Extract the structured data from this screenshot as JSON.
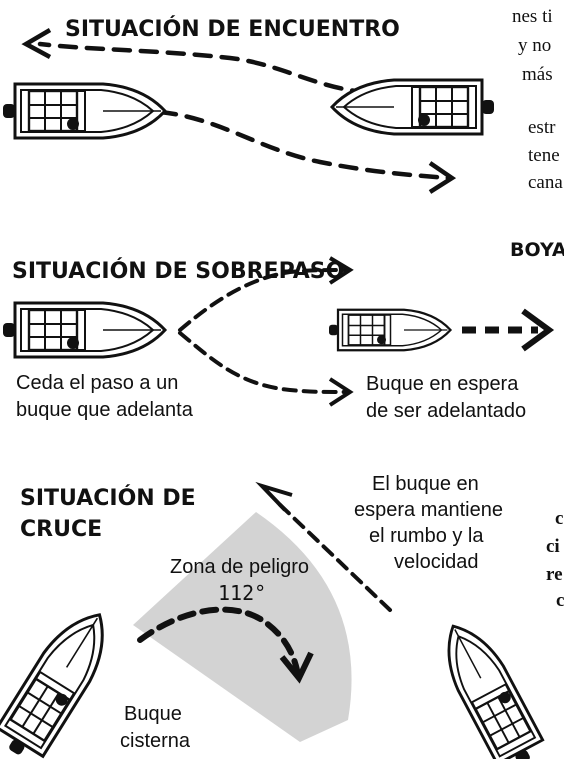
{
  "headings": {
    "encounter": "SITUACIÓN DE ENCUENTRO",
    "overtaking": "SITUACIÓN DE SOBREPASO",
    "crossing_line1": "SITUACIÓN DE",
    "crossing_line2": "CRUCE"
  },
  "overtaking_captions": {
    "left_line1": "Ceda el paso a un",
    "left_line2": "buque que adelanta",
    "right_line1": "Buque en espera",
    "right_line2": "de ser adelantado"
  },
  "crossing_captions": {
    "stand_on_line1": "El buque en",
    "stand_on_line2": "espera mantiene",
    "stand_on_line3": "el rumbo y la",
    "stand_on_line4": "velocidad",
    "danger_zone_line1": "Zona de peligro",
    "danger_zone_angle": "112°",
    "give_way_line1": "Buque",
    "give_way_line2": "cisterna"
  },
  "cropped_right_text": {
    "line1": "nes ti",
    "line2": "y no",
    "line3": "más",
    "line4": "estr",
    "line5": "tene",
    "line6": "cana",
    "buoy_heading": "BOYA",
    "frag1": "c",
    "frag2": "ci",
    "frag3": "re",
    "frag4": "c"
  },
  "colors": {
    "ink": "#111111",
    "danger_zone_fill": "#d3d3d3"
  }
}
